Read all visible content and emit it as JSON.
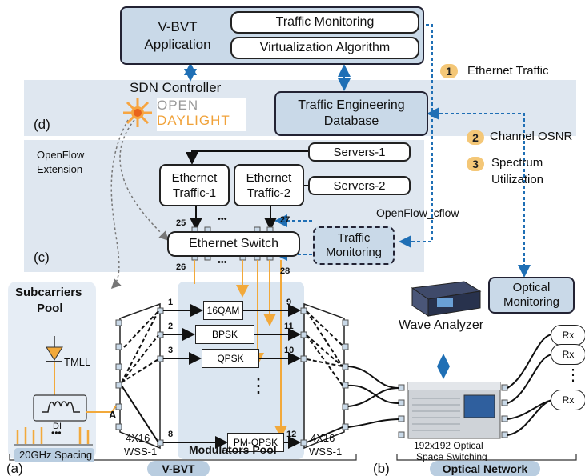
{
  "app": {
    "line1": "V-BVT",
    "line2": "Application"
  },
  "traffic_monitoring_top": "Traffic Monitoring",
  "virtualization_algorithm": "Virtualization Algorithm",
  "sdn_controller": "SDN Controller",
  "opendaylight": {
    "line1": "OPEN",
    "line2": "DAYLIGHT"
  },
  "ted": {
    "line1": "Traffic Engineering",
    "line2": "Database"
  },
  "label_d": "(d)",
  "label_c": "(c)",
  "label_a": "(a)",
  "label_b": "(b)",
  "openflow_ext": {
    "line1": "OpenFlow",
    "line2": "Extension"
  },
  "servers1": "Servers-1",
  "servers2": "Servers-2",
  "eth1": {
    "line1": "Ethernet",
    "line2": "Traffic-1"
  },
  "eth2": {
    "line1": "Ethernet",
    "line2": "Traffic-2"
  },
  "eth_switch": "Ethernet Switch",
  "traffic_mon_c": {
    "line1": "Traffic",
    "line2": "Monitoring"
  },
  "openflow_cflow": "OpenFlow_cflow",
  "legend": [
    {
      "num": "1",
      "text": "Ethernet Traffic"
    },
    {
      "num": "2",
      "text": "Channel OSNR"
    },
    {
      "num": "3",
      "line1": "Spectrum",
      "line2": "Utilization"
    }
  ],
  "ports": {
    "p25": "25",
    "p26": "26",
    "p27": "27",
    "p28": "28",
    "dots": "•••"
  },
  "subcarriers": {
    "line1": "Subcarriers",
    "line2": "Pool"
  },
  "tmll": "TMLL",
  "di": "DI",
  "spacing": "20GHz Spacing",
  "dots": "•••",
  "node_a": "A",
  "modulators": [
    "16QAM",
    "BPSK",
    "QPSK",
    "PM-QPSK"
  ],
  "mod_in": [
    "1",
    "2",
    "3",
    "8"
  ],
  "mod_out": [
    "9",
    "11",
    "10",
    "12"
  ],
  "vdots": "⋮",
  "modulators_pool": "Modulators Pool",
  "wss_left": {
    "line1": "4X16",
    "line2": "WSS-1"
  },
  "wss_right": {
    "line1": "4X16",
    "line2": "WSS-1"
  },
  "optical_monitoring": {
    "line1": "Optical",
    "line2": "Monitoring"
  },
  "wave_analyzer": "Wave Analyzer",
  "rx": [
    "Rx",
    "Rx",
    "Rx"
  ],
  "switching": {
    "line1": "192x192 Optical",
    "line2": "Space Switching"
  },
  "vbvt_pill": "V-BVT",
  "optical_network_pill": "Optical Network"
}
